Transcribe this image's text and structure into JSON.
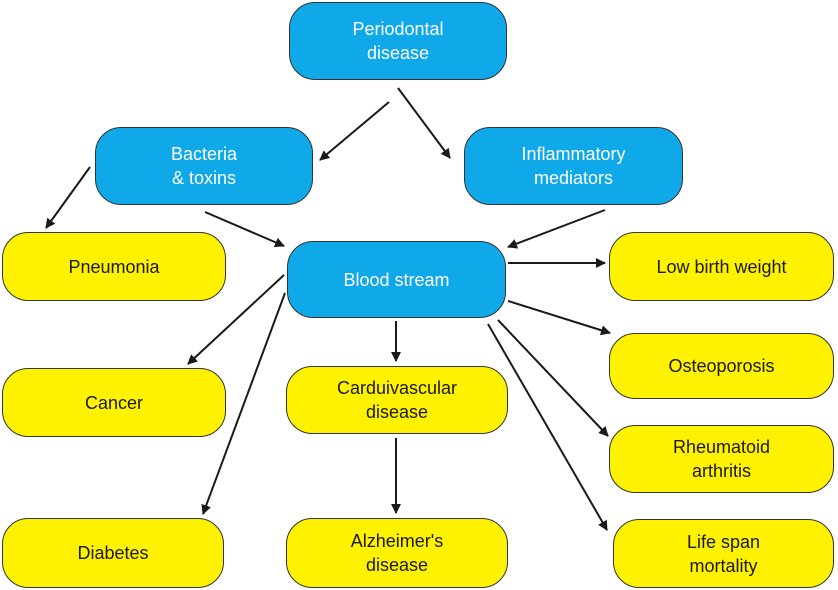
{
  "nodes": {
    "periodontal": "Periodontal\ndisease",
    "bacteria": "Bacteria\n& toxins",
    "inflammatory": "Inflammatory\nmediators",
    "blood": "Blood stream",
    "pneumonia": "Pneumonia",
    "lowbirth": "Low birth weight",
    "cancer": "Cancer",
    "cardio": "Carduivascular\ndisease",
    "osteo": "Osteoporosis",
    "rheum": "Rheumatoid\narthritis",
    "diabetes": "Diabetes",
    "alz": "Alzheimer's\ndisease",
    "lifespan": "Life span\nmortality"
  },
  "colors": {
    "cause": "#0fa8e8",
    "outcome": "#fff200",
    "border": "#333333",
    "arrow": "#1a1a1a"
  },
  "edges": [
    {
      "from": "periodontal",
      "to": "bacteria"
    },
    {
      "from": "periodontal",
      "to": "inflammatory"
    },
    {
      "from": "bacteria",
      "to": "pneumonia"
    },
    {
      "from": "bacteria",
      "to": "blood"
    },
    {
      "from": "inflammatory",
      "to": "blood"
    },
    {
      "from": "blood",
      "to": "lowbirth"
    },
    {
      "from": "blood",
      "to": "cancer"
    },
    {
      "from": "blood",
      "to": "cardio"
    },
    {
      "from": "blood",
      "to": "osteo"
    },
    {
      "from": "blood",
      "to": "rheum"
    },
    {
      "from": "blood",
      "to": "diabetes"
    },
    {
      "from": "blood",
      "to": "lifespan"
    },
    {
      "from": "cardio",
      "to": "alz"
    }
  ]
}
